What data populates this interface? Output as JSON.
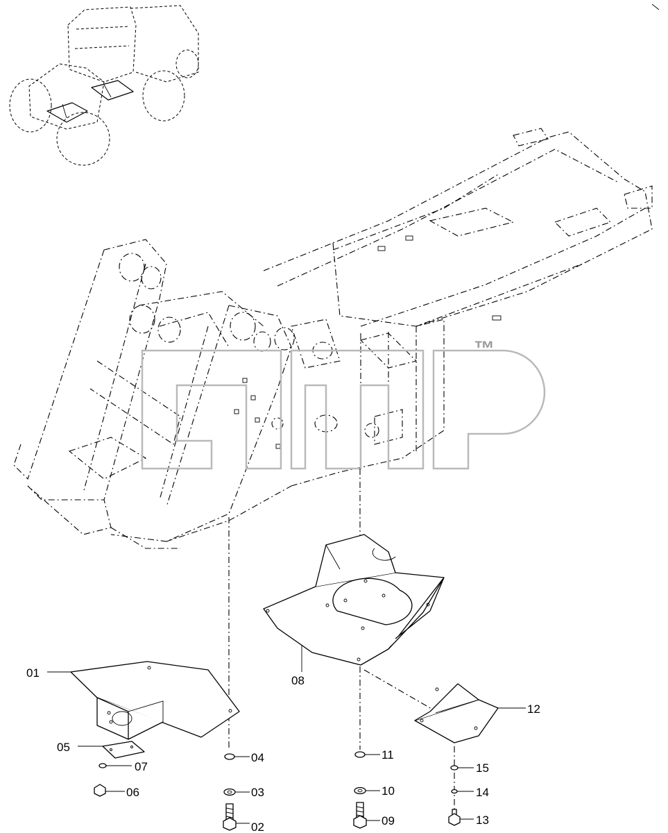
{
  "watermark": {
    "text": "gmp",
    "trademark": "™"
  },
  "parts": [
    {
      "id": "01"
    },
    {
      "id": "02"
    },
    {
      "id": "03"
    },
    {
      "id": "04"
    },
    {
      "id": "05"
    },
    {
      "id": "06"
    },
    {
      "id": "07"
    },
    {
      "id": "08"
    },
    {
      "id": "09"
    },
    {
      "id": "10"
    },
    {
      "id": "11"
    },
    {
      "id": "12"
    },
    {
      "id": "13"
    },
    {
      "id": "14"
    },
    {
      "id": "15"
    }
  ],
  "colors": {
    "line": "#000000",
    "watermark": "#b9b9b9",
    "background": "#ffffff"
  }
}
